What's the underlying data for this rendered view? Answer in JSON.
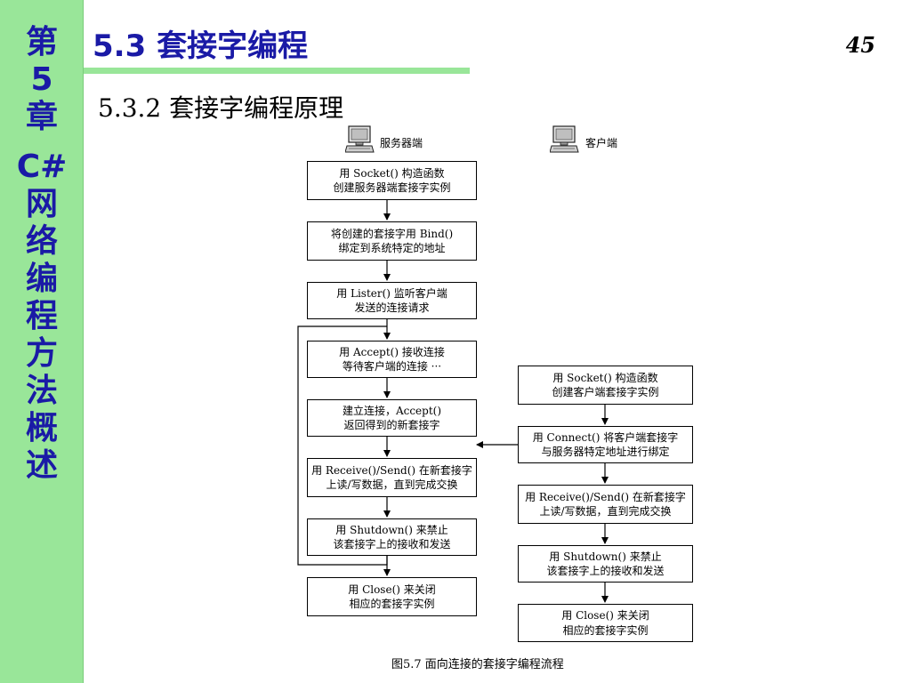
{
  "sidebar": {
    "chars": [
      "第",
      "5",
      "章",
      "C#",
      "网",
      "络",
      "编",
      "程",
      "方",
      "法",
      "概",
      "述"
    ]
  },
  "header": {
    "title": "5.3  套接字编程",
    "page_number": "45",
    "subtitle": "5.3.2 套接字编程原理"
  },
  "diagram": {
    "server": {
      "label": "服务器端",
      "steps": [
        [
          "用 Socket() 构造函数",
          "创建服务器端套接字实例"
        ],
        [
          "将创建的套接字用 Bind()",
          "绑定到系统特定的地址"
        ],
        [
          "用 Lister() 监听客户端",
          "发送的连接请求"
        ],
        [
          "用 Accept() 接收连接",
          "等待客户端的连接 ···"
        ],
        [
          "建立连接，Accept()",
          "返回得到的新套接字"
        ],
        [
          "用 Receive()/Send() 在新套接字",
          "上读/写数据，直到完成交换"
        ],
        [
          "用 Shutdown() 来禁止",
          "该套接字上的接收和发送"
        ],
        [
          "用 Close() 来关闭",
          "相应的套接字实例"
        ]
      ]
    },
    "client": {
      "label": "客户端",
      "steps": [
        [
          "用 Socket() 构造函数",
          "创建客户端套接字实例"
        ],
        [
          "用 Connect() 将客户端套接字",
          "与服务器特定地址进行绑定"
        ],
        [
          "用 Receive()/Send() 在新套接字",
          "上读/写数据，直到完成交换"
        ],
        [
          "用 Shutdown() 来禁止",
          "该套接字上的接收和发送"
        ],
        [
          "用 Close() 来关闭",
          "相应的套接字实例"
        ]
      ]
    },
    "caption": "图5.7  面向连接的套接字编程流程"
  }
}
